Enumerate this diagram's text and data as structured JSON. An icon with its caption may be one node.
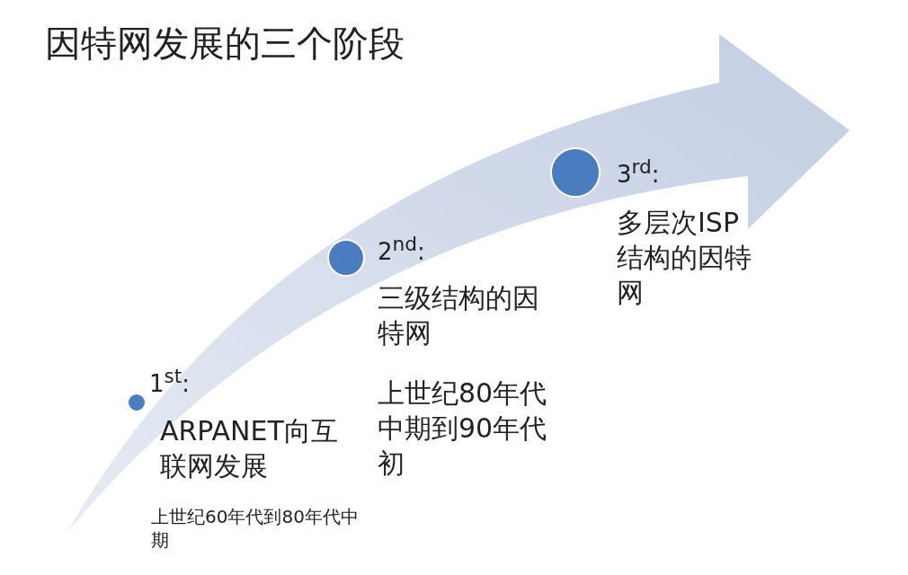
{
  "diagram": {
    "title": "因特网发展的三个阶段",
    "nodes": [
      {
        "text": [],
        "shape": "circle",
        "beside": [
          "1$^{st}$:",
          "ARPANET向互联网发展",
          "上世纪60年代到80年代中期"
        ]
      },
      {
        "text": [],
        "shape": "circle",
        "beside": [
          "2$^{nd}$:",
          "三级结构的因特网",
          "上世纪80年代中期到90年代初"
        ]
      },
      {
        "text": [],
        "shape": "circle",
        "beside": [
          "3$^{rd}$:",
          "多层次ISP结构的因特网"
        ]
      }
    ]
  }
}
